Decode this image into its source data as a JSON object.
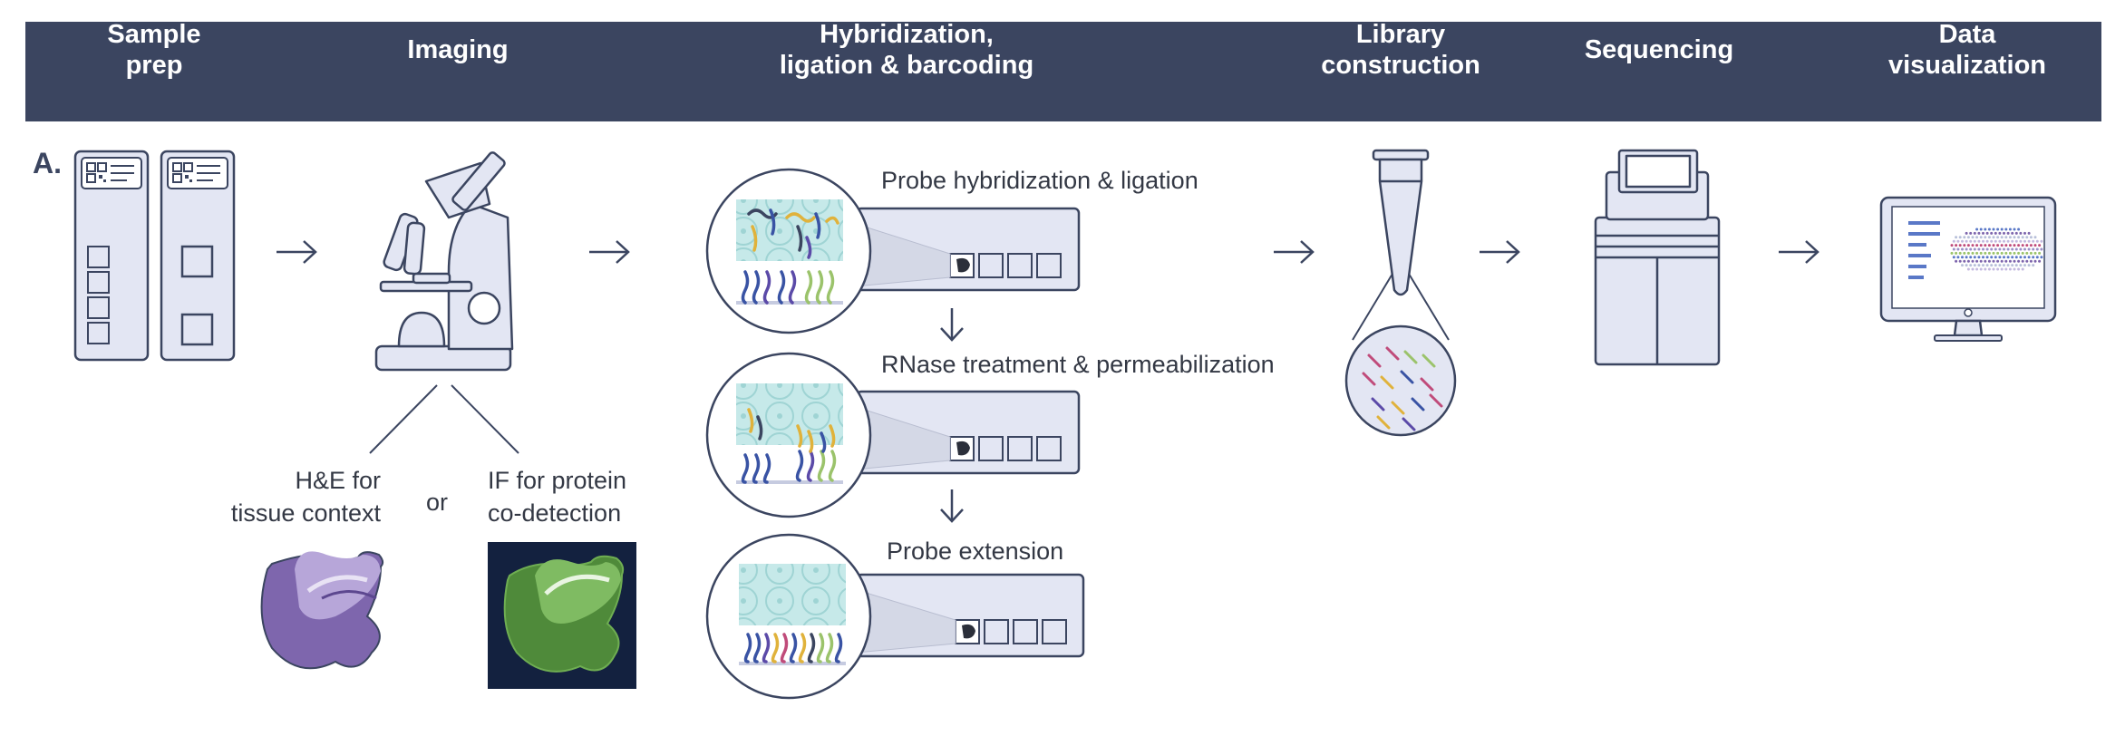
{
  "header": {
    "steps": [
      {
        "label": "Sample\nprep"
      },
      {
        "label": "Imaging"
      },
      {
        "label": "Hybridization,\nligation & barcoding"
      },
      {
        "label": "Library\nconstruction"
      },
      {
        "label": "Sequencing"
      },
      {
        "label": "Data\nvisualization"
      }
    ]
  },
  "panel_letter": "A.",
  "imaging": {
    "he_label": "H&E for\ntissue context",
    "or_label": "or",
    "if_label": "IF for protein\nco-detection"
  },
  "hybridization": {
    "stages": [
      {
        "label": "Probe hybridization & ligation"
      },
      {
        "label": "RNase treatment & permeabilization"
      },
      {
        "label": "Probe extension"
      }
    ]
  },
  "colors": {
    "header_bg": "#3b4560",
    "outline": "#3b4560",
    "fill_light": "#e3e6f3",
    "tissue_teal": "#bfe6e6",
    "he_purple": "#7e66ad",
    "if_green": "#5d9a45",
    "if_bg": "#13213f"
  }
}
